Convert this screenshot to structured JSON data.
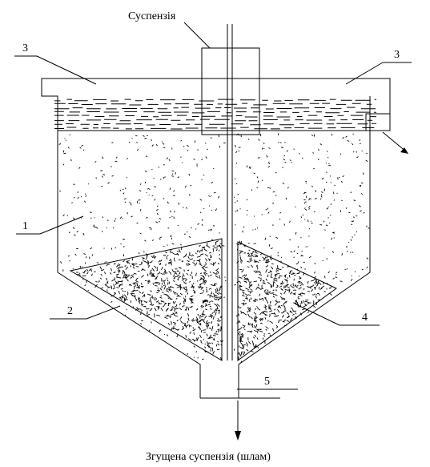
{
  "labels": {
    "feed": "Суспензія",
    "overflow_left": "3",
    "overflow_right": "3",
    "zone_1": "1",
    "zone_2": "2",
    "zone_4": "4",
    "zone_5": "5",
    "output": "Згущена суспензія (шлам)"
  },
  "colors": {
    "line": "#000000",
    "background": "#ffffff"
  }
}
